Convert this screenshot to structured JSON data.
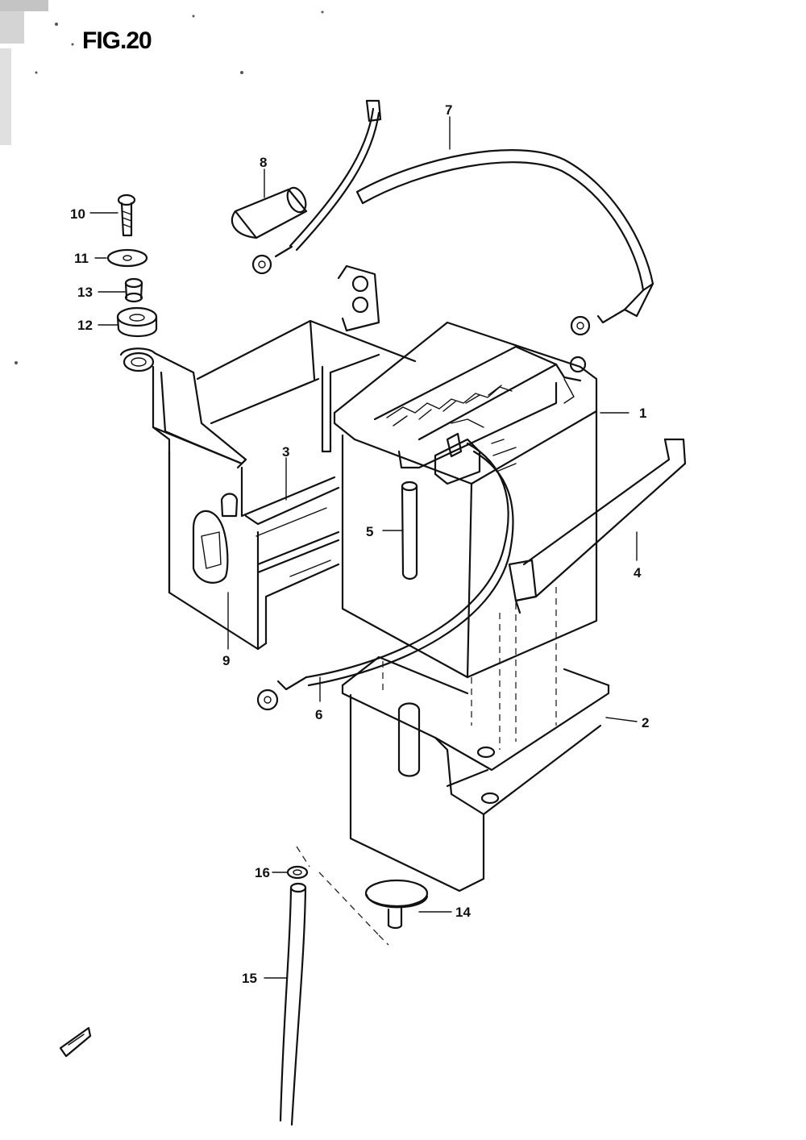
{
  "figure": {
    "title": "FIG.20"
  },
  "callouts": [
    {
      "id": "1",
      "text": "1"
    },
    {
      "id": "2",
      "text": "2"
    },
    {
      "id": "3",
      "text": "3"
    },
    {
      "id": "4",
      "text": "4"
    },
    {
      "id": "5",
      "text": "5"
    },
    {
      "id": "6",
      "text": "6"
    },
    {
      "id": "7",
      "text": "7"
    },
    {
      "id": "8",
      "text": "8"
    },
    {
      "id": "9",
      "text": "9"
    },
    {
      "id": "10",
      "text": "10"
    },
    {
      "id": "11",
      "text": "11"
    },
    {
      "id": "12",
      "text": "12"
    },
    {
      "id": "13",
      "text": "13"
    },
    {
      "id": "14",
      "text": "14"
    },
    {
      "id": "15",
      "text": "15"
    },
    {
      "id": "16",
      "text": "16"
    }
  ],
  "colors": {
    "ink": "#111111",
    "paper": "#ffffff"
  }
}
